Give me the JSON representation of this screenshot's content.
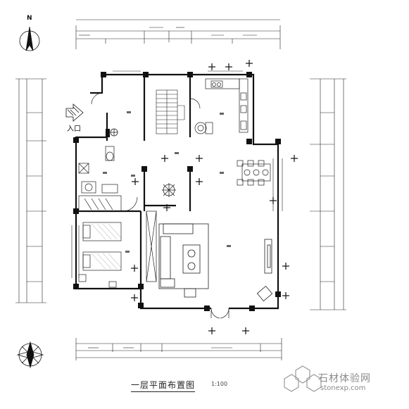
{
  "drawing": {
    "title": "一层平面布置图",
    "scale": "1:100",
    "entrance_label": "入口",
    "north_label": "N"
  },
  "watermark": {
    "brand_cn": "石材体验网",
    "url": "stonexp.com"
  },
  "icons": [
    "north-arrow-icon",
    "entrance-arrow-icon",
    "compass-rose-icon",
    "stonexp-logo-icon"
  ]
}
